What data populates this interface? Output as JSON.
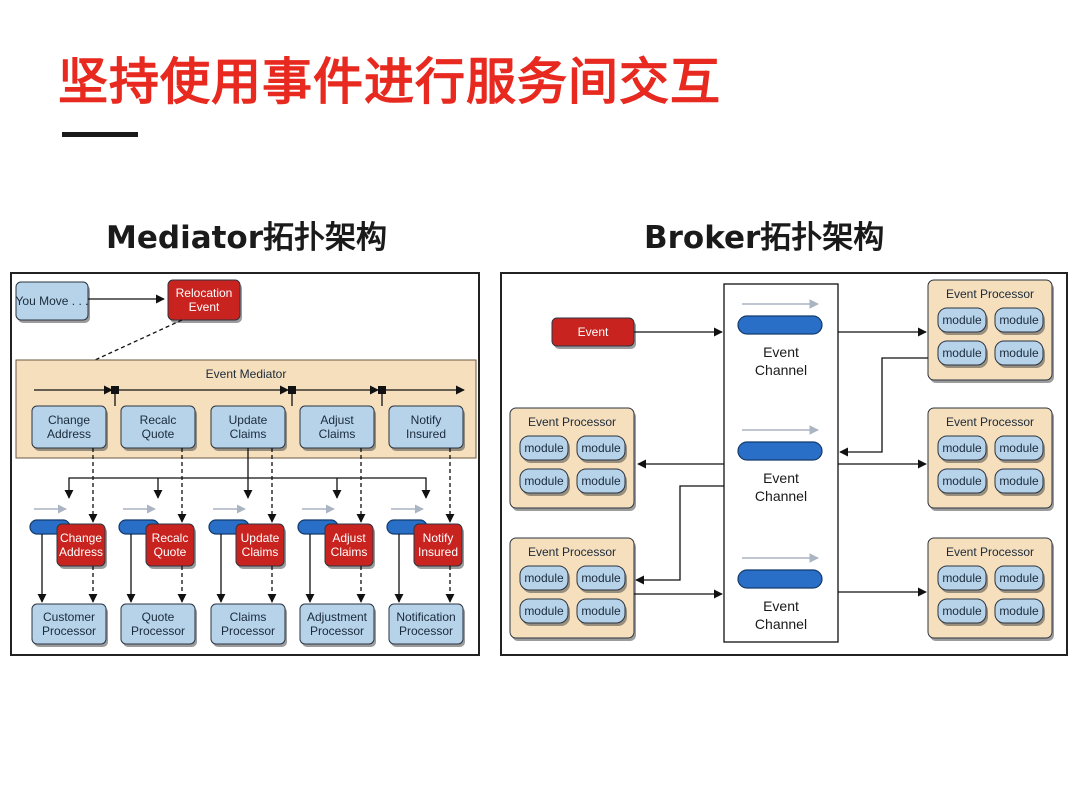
{
  "slide": {
    "title": "坚持使用事件进行服务间交互"
  },
  "mediator": {
    "heading": "Mediator拓扑架构",
    "initial_event": "You Move . . .",
    "relocation_event": [
      "Relocation",
      "Event"
    ],
    "mediator_label": "Event Mediator",
    "steps": [
      [
        "Change",
        "Address"
      ],
      [
        "Recalc",
        "Quote"
      ],
      [
        "Update",
        "Claims"
      ],
      [
        "Adjust",
        "Claims"
      ],
      [
        "Notify",
        "Insured"
      ]
    ],
    "processors": [
      [
        "Customer",
        "Processor"
      ],
      [
        "Quote",
        "Processor"
      ],
      [
        "Claims",
        "Processor"
      ],
      [
        "Adjustment",
        "Processor"
      ],
      [
        "Notification",
        "Processor"
      ]
    ]
  },
  "broker": {
    "heading": "Broker拓扑架构",
    "event_label": "Event",
    "channel_label": [
      "Event",
      "Channel"
    ],
    "processor_label": "Event Processor",
    "module_label": "module"
  },
  "colors": {
    "title_red": "#e8291f",
    "box_blue": "#b7d3ea",
    "box_red": "#c8231f",
    "mediator_tan": "#f6dfbd",
    "channel_blue": "#2a6fc7"
  }
}
